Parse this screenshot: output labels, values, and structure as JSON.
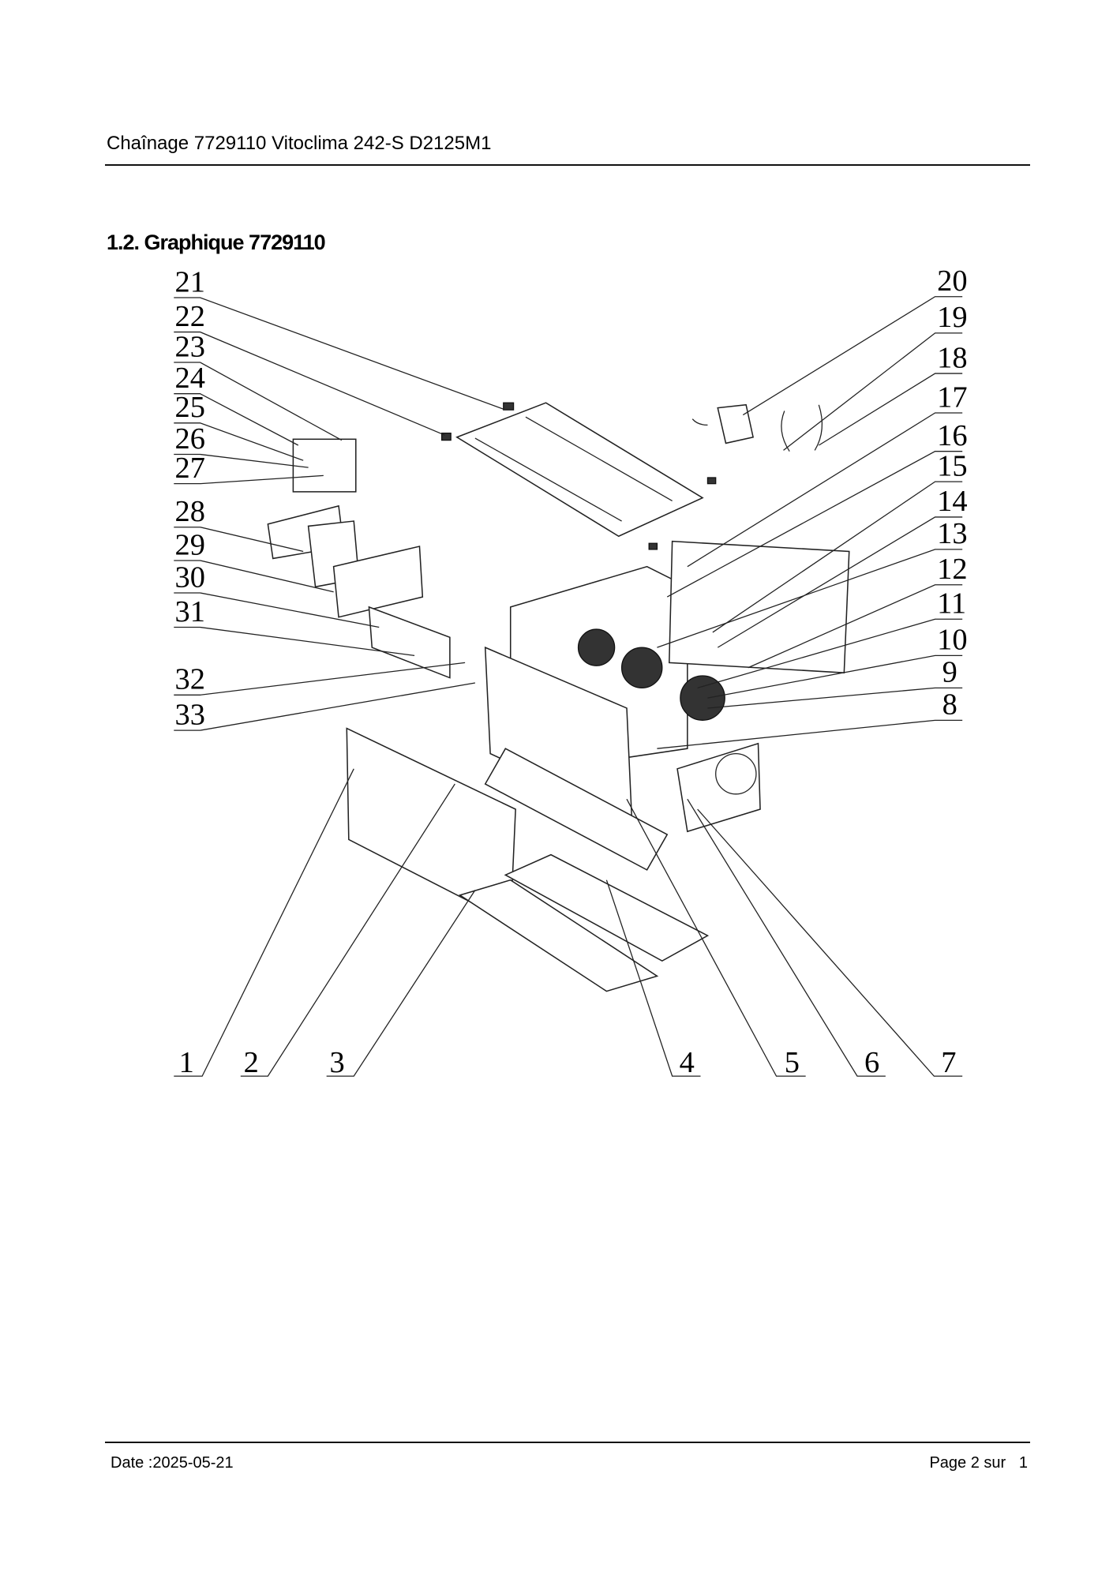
{
  "header": {
    "title": "Chaînage 7729110 Vitoclima 242-S D2125M1"
  },
  "section": {
    "heading": "1.2. Graphique 7729110"
  },
  "diagram": {
    "left_labels": [
      "21",
      "22",
      "23",
      "24",
      "25",
      "26",
      "27",
      "28",
      "29",
      "30",
      "31",
      "32",
      "33"
    ],
    "right_labels": [
      "20",
      "19",
      "18",
      "17",
      "16",
      "15",
      "14",
      "13",
      "12",
      "11",
      "10",
      "9",
      "8"
    ],
    "bottom_labels": [
      "1",
      "2",
      "3",
      "4",
      "5",
      "6",
      "7"
    ]
  },
  "footer": {
    "date": "Date :2025-05-21",
    "page": "Page 2 sur   1"
  }
}
